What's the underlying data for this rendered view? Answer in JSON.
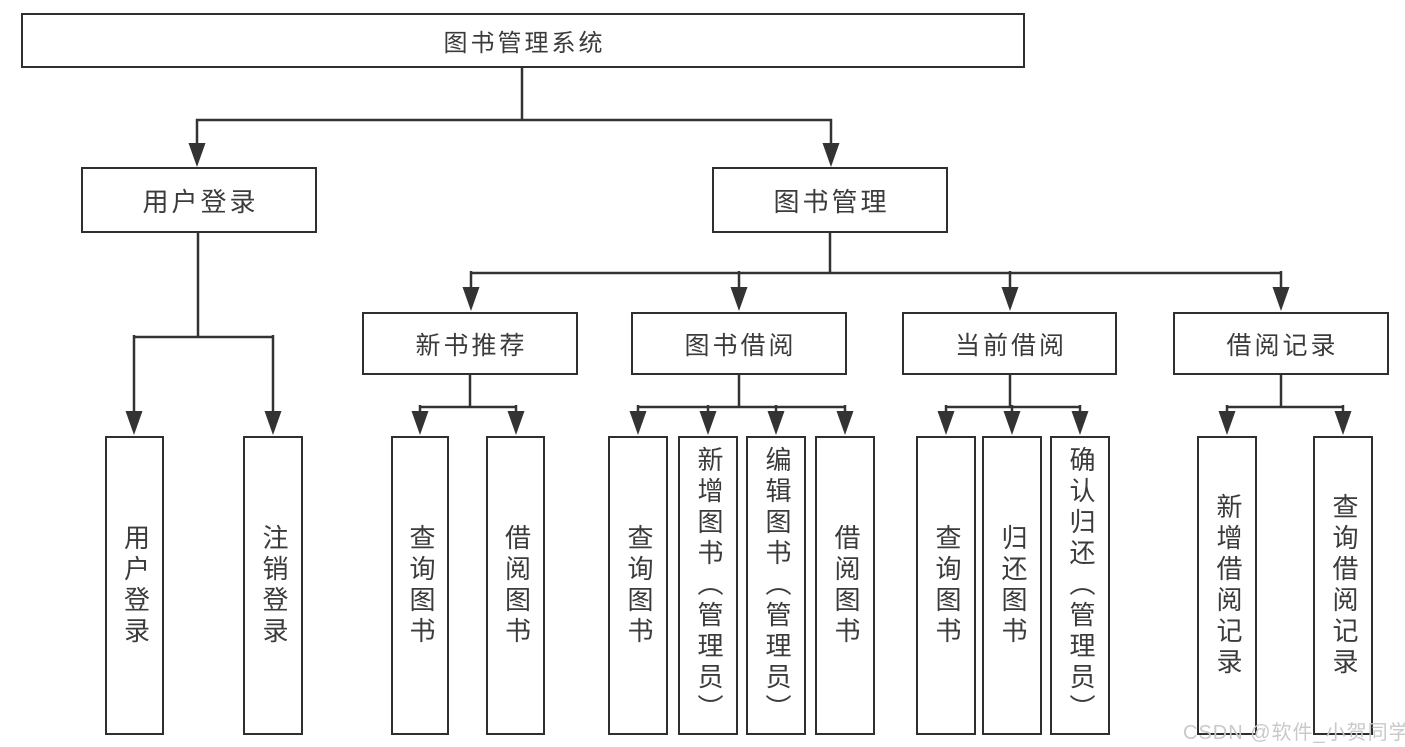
{
  "diagram": {
    "root": {
      "label": "图书管理系统"
    },
    "level2": [
      {
        "label": "用户登录",
        "parent": "图书管理系统"
      },
      {
        "label": "图书管理",
        "parent": "图书管理系统"
      }
    ],
    "level3": [
      {
        "label": "新书推荐",
        "parent": "图书管理"
      },
      {
        "label": "图书借阅",
        "parent": "图书管理"
      },
      {
        "label": "当前借阅",
        "parent": "图书管理"
      },
      {
        "label": "借阅记录",
        "parent": "图书管理"
      }
    ],
    "leaves": [
      {
        "label": "用户登录",
        "parent": "用户登录"
      },
      {
        "label": "注销登录",
        "parent": "用户登录"
      },
      {
        "label": "查询图书",
        "parent": "新书推荐"
      },
      {
        "label": "借阅图书",
        "parent": "新书推荐"
      },
      {
        "label": "查询图书",
        "parent": "图书借阅"
      },
      {
        "label": "新增图书（管理员）",
        "parent": "图书借阅"
      },
      {
        "label": "编辑图书（管理员）",
        "parent": "图书借阅"
      },
      {
        "label": "借阅图书",
        "parent": "图书借阅"
      },
      {
        "label": "查询图书",
        "parent": "当前借阅"
      },
      {
        "label": "归还图书",
        "parent": "当前借阅"
      },
      {
        "label": "确认归还（管理员）",
        "parent": "当前借阅"
      },
      {
        "label": "新增借阅记录",
        "parent": "借阅记录"
      },
      {
        "label": "查询借阅记录",
        "parent": "借阅记录"
      }
    ]
  },
  "watermark": {
    "text": "CSDN @软件_小贺同学",
    "color": "#c9c9c9"
  },
  "colors": {
    "line": "#333333",
    "border": "#2f2f2f",
    "text": "#3b3b3b",
    "background": "#ffffff"
  }
}
